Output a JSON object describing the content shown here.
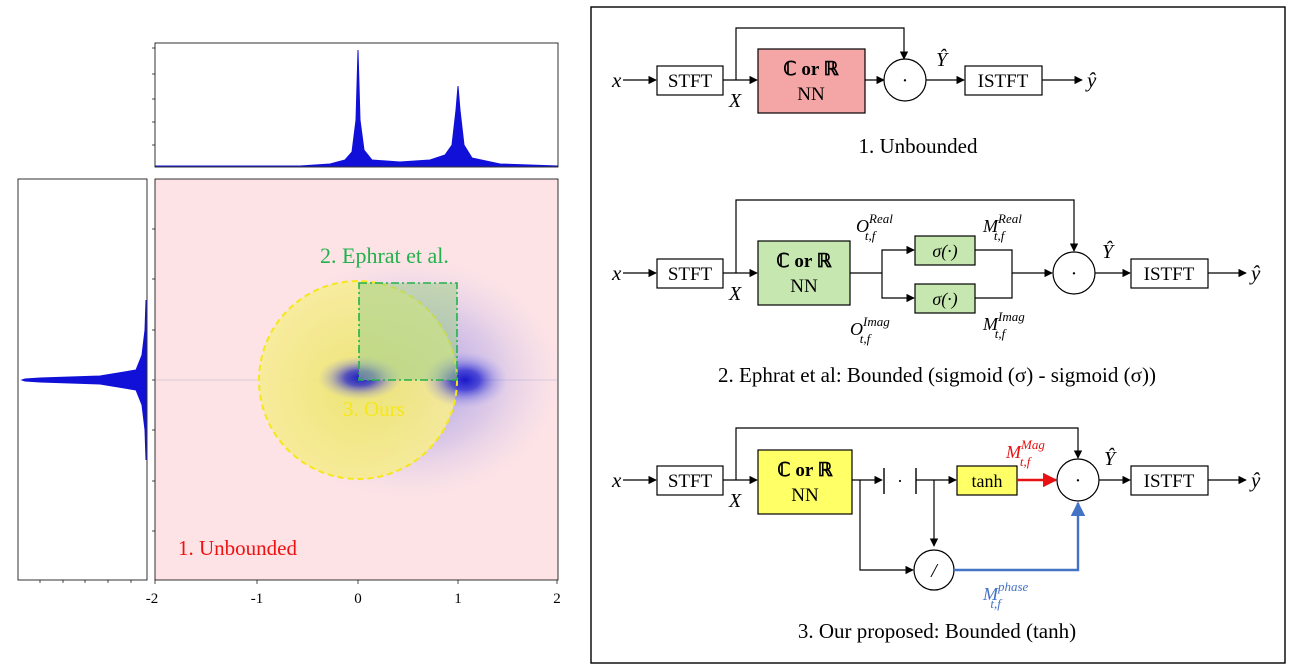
{
  "left": {
    "x_ticks": [
      "-2",
      "-1",
      "0",
      "1",
      "2"
    ],
    "regions": {
      "unbounded": "1. Unbounded",
      "ephrat": "2. Ephrat et al.",
      "ours": "3. Ours"
    },
    "colors": {
      "unbounded_fill": "#fde3e6",
      "ephrat": "#22b14c",
      "ours": "#f5e71a",
      "unbounded_text": "#ee1111",
      "density": "#1010d8"
    }
  },
  "right": {
    "d1": {
      "input": "x",
      "stft": "STFT",
      "spec": "X",
      "nn_line1": "ℂ or ℝ",
      "nn_line2": "NN",
      "mult": "·",
      "out": "Ŷ",
      "istft": "ISTFT",
      "yhat": "ŷ",
      "caption": "1. Unbounded",
      "nn_color": "#f4a6a6"
    },
    "d2": {
      "input": "x",
      "stft": "STFT",
      "spec": "X",
      "nn_line1": "ℂ or ℝ",
      "nn_line2": "NN",
      "o_real": "O",
      "o_real_sup": "Real",
      "o_imag": "O",
      "o_imag_sup": "Imag",
      "sub": "t,f",
      "sigma": "σ(·)",
      "m_real": "M",
      "m_real_sup": "Real",
      "m_imag": "M",
      "m_imag_sup": "Imag",
      "mult": "·",
      "out": "Ŷ",
      "istft": "ISTFT",
      "yhat": "ŷ",
      "caption": "2. Ephrat et al: Bounded (sigmoid (σ) - sigmoid (σ))",
      "nn_color": "#c6e8b0"
    },
    "d3": {
      "input": "x",
      "stft": "STFT",
      "spec": "X",
      "nn_line1": "ℂ or ℝ",
      "nn_line2": "NN",
      "abs": "| · |",
      "tanh": "tanh",
      "div": "/",
      "m_mag": "M",
      "m_mag_sup": "Mag",
      "m_phase": "M",
      "m_phase_sup": "phase",
      "sub": "t,f",
      "mult": "·",
      "out": "Ŷ",
      "istft": "ISTFT",
      "yhat": "ŷ",
      "caption": "3. Our proposed: Bounded (tanh)",
      "nn_color": "#ffff66",
      "mag_color": "#e81010",
      "phase_color": "#4472c4"
    }
  }
}
